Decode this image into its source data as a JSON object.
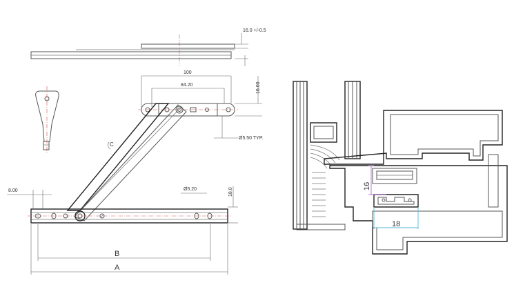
{
  "left_drawing": {
    "labels": {
      "top_tolerance": "16.0 +/-0.5",
      "width_100": "100",
      "width_84": "84.20",
      "height_16": "16.00",
      "hole_dia": "Ø5.50 TYP.",
      "offset_8": "8.00",
      "hole_dia_2": "Ø5.20",
      "height_18": "18.0",
      "arm_label": "C",
      "dim_b": "B",
      "dim_a": "A"
    }
  },
  "right_drawing": {
    "labels": {
      "dim_16": "16",
      "dim_18": "18"
    },
    "colors": {
      "dim_16": "#b06ad0",
      "dim_18": "#56b6d6"
    }
  }
}
